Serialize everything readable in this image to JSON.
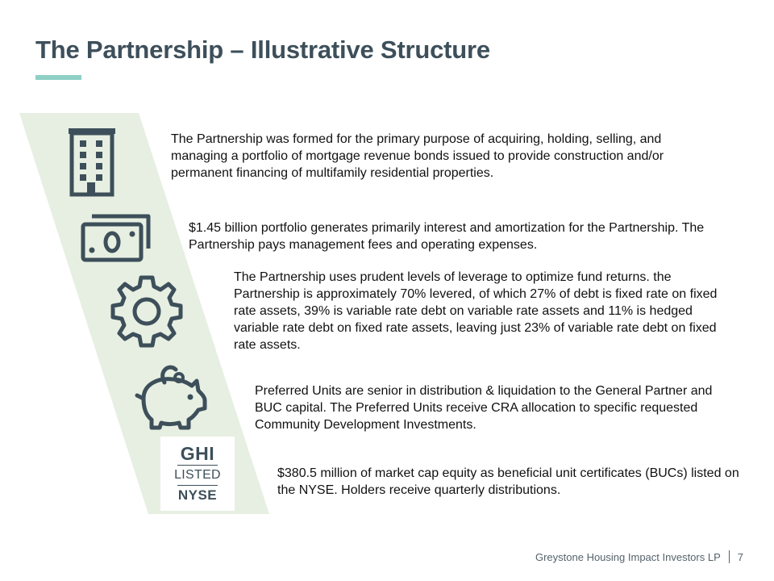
{
  "slide": {
    "title": "The Partnership – Illustrative Structure",
    "paragraphs": [
      "The Partnership was formed for the primary purpose of acquiring, holding, selling, and managing a portfolio of mortgage revenue bonds issued to provide construction and/or permanent financing of multifamily residential properties.",
      "$1.45 billion portfolio generates primarily interest and amortization for the Partnership. The Partnership pays management fees and operating expenses.",
      "The Partnership uses prudent levels of leverage to optimize fund returns. the Partnership is approximately 70% levered, of which 27% of debt is fixed rate on fixed rate assets, 39% is variable rate debt on variable rate assets and 11% is hedged variable rate debt on fixed rate assets, leaving just 23% of variable rate debt on fixed rate assets.",
      "Preferred Units are senior in distribution & liquidation to the General Partner and BUC capital. The Preferred Units receive CRA allocation to specific requested Community Development Investments.",
      "$380.5 million of market cap equity as beneficial unit certificates (BUCs) listed on the NYSE. Holders receive quarterly distributions."
    ],
    "badge": {
      "main": "GHI",
      "listed": "LISTED",
      "exchange": "NYSE"
    }
  },
  "footer": {
    "company": "Greystone Housing Impact Investors LP",
    "page_number": "7"
  },
  "icons": [
    "building-icon",
    "money-icon",
    "gear-icon",
    "piggy-bank-icon"
  ],
  "colors": {
    "title": "#3d4f5a",
    "accent_bar": "#8fcfc5",
    "band": "#e6efe1",
    "icon": "#3d4f5a"
  }
}
